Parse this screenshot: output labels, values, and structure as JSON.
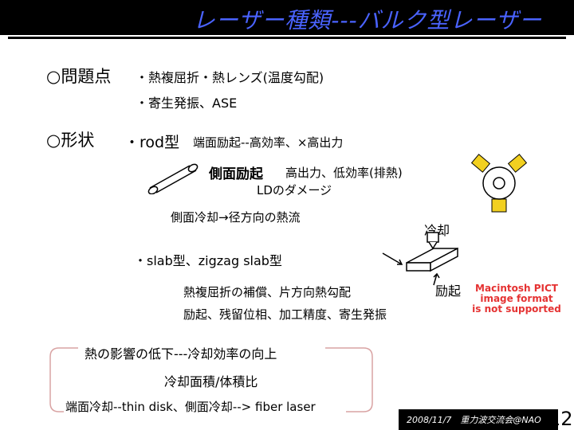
{
  "slide": {
    "title": "レーザー種類---バルク型レーザー",
    "problems_label": "○問題点",
    "problem_1": "・熱複屈折・熱レンズ(温度勾配)",
    "problem_2": "・寄生発振、ASE",
    "shape_label": "○形状",
    "rod_type": "・rod型",
    "end_pump_rod": "端面励起--高効率、×高出力",
    "side_pump_label": "側面励起",
    "side_pump_rod": "高出力、低効率(排熱)",
    "ld_damage": "LDのダメージ",
    "side_cooling": "側面冷却→径方向の熱流",
    "cooling": "冷却",
    "slab_type": "・slab型、zigzag slab型",
    "slab_note_1": "熱複屈折の補償、片方向熱勾配",
    "slab_note_2": "励起、残留位相、加工精度、寄生発振",
    "pump": "励起",
    "pict_line_1": "Macintosh PICT",
    "pict_line_2": "image format",
    "pict_line_3": "is not supported",
    "box_line_1": "熱の影響の低下---冷却効率の向上",
    "box_line_2": "冷却面積/体積比",
    "box_line_3": "端面冷却--thin disk、側面冷却--> fiber laser",
    "footer": "2008/11/7　重力波交流会@NAO",
    "page_number": "12"
  },
  "colors": {
    "title": "#4a63ff",
    "header_bg": "#000000",
    "laser_diode": "#f2d020",
    "box_border": "#d9a3a3",
    "pict_text": "#e53232"
  }
}
